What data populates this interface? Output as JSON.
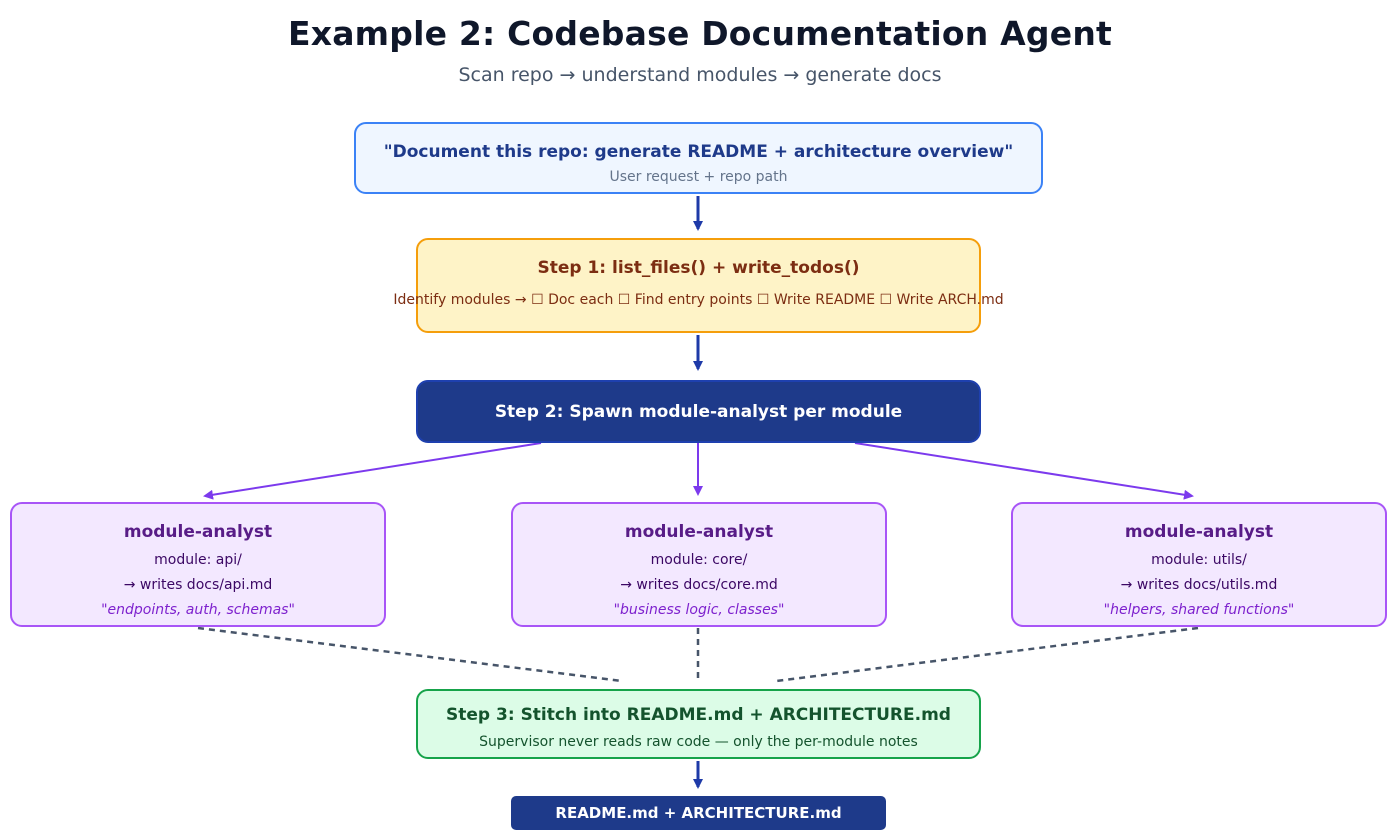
{
  "title": "Example 2: Codebase Documentation Agent",
  "subtitle": "Scan repo → understand modules → generate docs",
  "request": {
    "text": "\"Document this repo: generate README + architecture overview\"",
    "caption": "User request + repo path"
  },
  "step1": {
    "title": "Step 1: list_files() + write_todos()",
    "detail": "Identify modules → ☐ Doc each ☐ Find entry points ☐ Write README ☐ Write ARCH.md"
  },
  "step2": {
    "title": "Step 2: Spawn module-analyst per module"
  },
  "analysts": [
    {
      "title": "module-analyst",
      "module": "module: api/",
      "writes": "→ writes docs/api.md",
      "note": "\"endpoints, auth, schemas\""
    },
    {
      "title": "module-analyst",
      "module": "module: core/",
      "writes": "→ writes docs/core.md",
      "note": "\"business logic, classes\""
    },
    {
      "title": "module-analyst",
      "module": "module: utils/",
      "writes": "→ writes docs/utils.md",
      "note": "\"helpers, shared functions\""
    }
  ],
  "step3": {
    "title": "Step 3: Stitch into README.md + ARCHITECTURE.md",
    "detail": "Supervisor never reads raw code — only the per-module notes"
  },
  "output": {
    "label": "README.md + ARCHITECTURE.md"
  },
  "colors": {
    "arrow_main": "#1e3aa8",
    "arrow_fanout": "#7c3aed",
    "dashed": "#475569"
  }
}
